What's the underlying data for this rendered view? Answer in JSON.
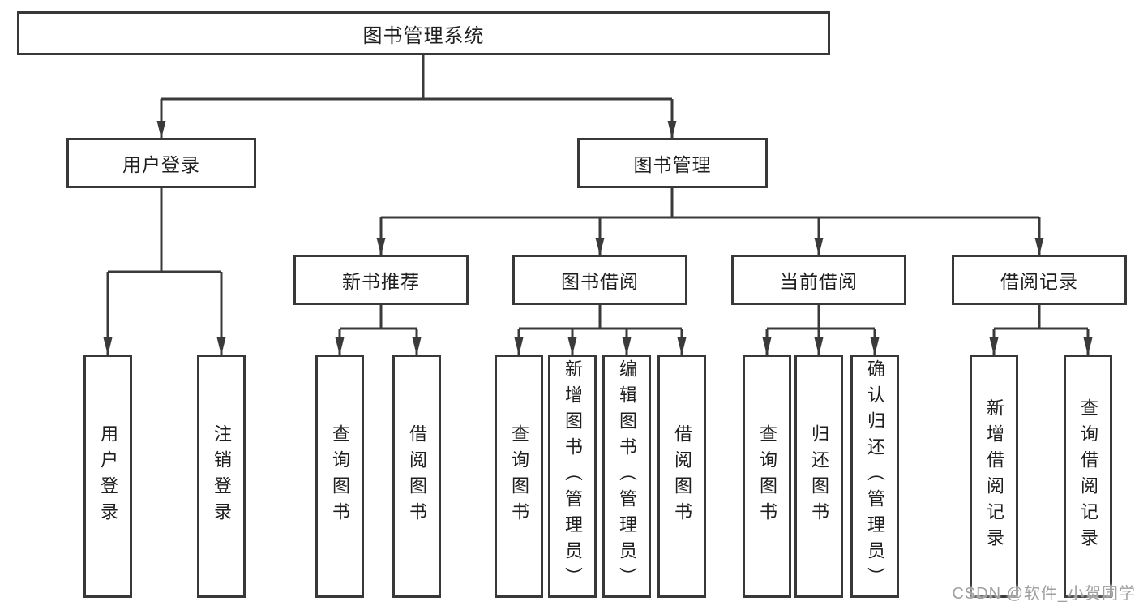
{
  "tree": {
    "root": "图书管理系统",
    "user": {
      "label": "用户登录",
      "children": [
        "用户登录",
        "注销登录"
      ]
    },
    "mgmt": {
      "label": "图书管理",
      "sections": [
        {
          "label": "新书推荐",
          "children": [
            "查询图书",
            "借阅图书"
          ]
        },
        {
          "label": "图书借阅",
          "children": [
            "查询图书",
            "新增图书（管理员）",
            "编辑图书（管理员）",
            "借阅图书"
          ]
        },
        {
          "label": "当前借阅",
          "children": [
            "查询图书",
            "归还图书",
            "确认归还（管理员）"
          ]
        },
        {
          "label": "借阅记录",
          "children": [
            "新增借阅记录",
            "查询借阅记录"
          ]
        }
      ]
    }
  },
  "watermark": "CSDN @软件_小贺同学",
  "colors": {
    "line": "#3a3a3a",
    "box_border": "#383838",
    "text": "#1f1f1f",
    "background": "#ffffff",
    "watermark_text": "#9f9f9f"
  }
}
